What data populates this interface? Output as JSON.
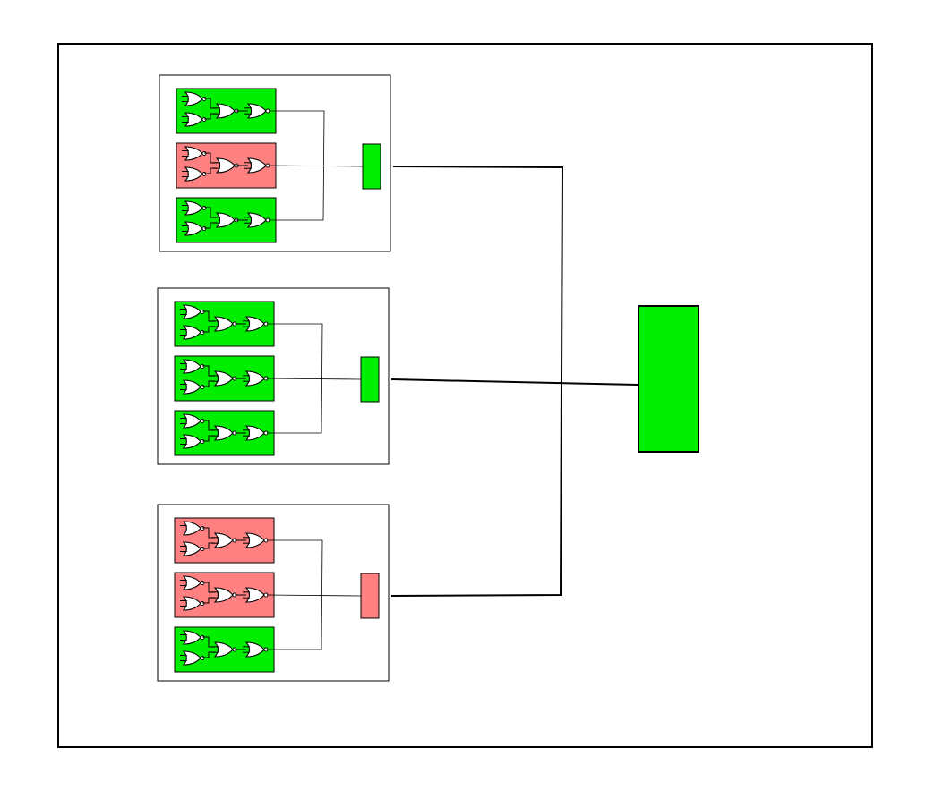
{
  "colors": {
    "ok": "#00ee00",
    "fault": "#ff8080",
    "stroke": "#000000",
    "gate_fill": "#ffffff",
    "background": "#ffffff"
  },
  "modules": [
    {
      "id": "module-1",
      "aggregator_status": "ok",
      "circuits": [
        "ok",
        "fault",
        "ok"
      ]
    },
    {
      "id": "module-2",
      "aggregator_status": "ok",
      "circuits": [
        "ok",
        "ok",
        "ok"
      ]
    },
    {
      "id": "module-3",
      "aggregator_status": "fault",
      "circuits": [
        "fault",
        "fault",
        "ok"
      ]
    }
  ],
  "system_block": {
    "status": "ok"
  }
}
